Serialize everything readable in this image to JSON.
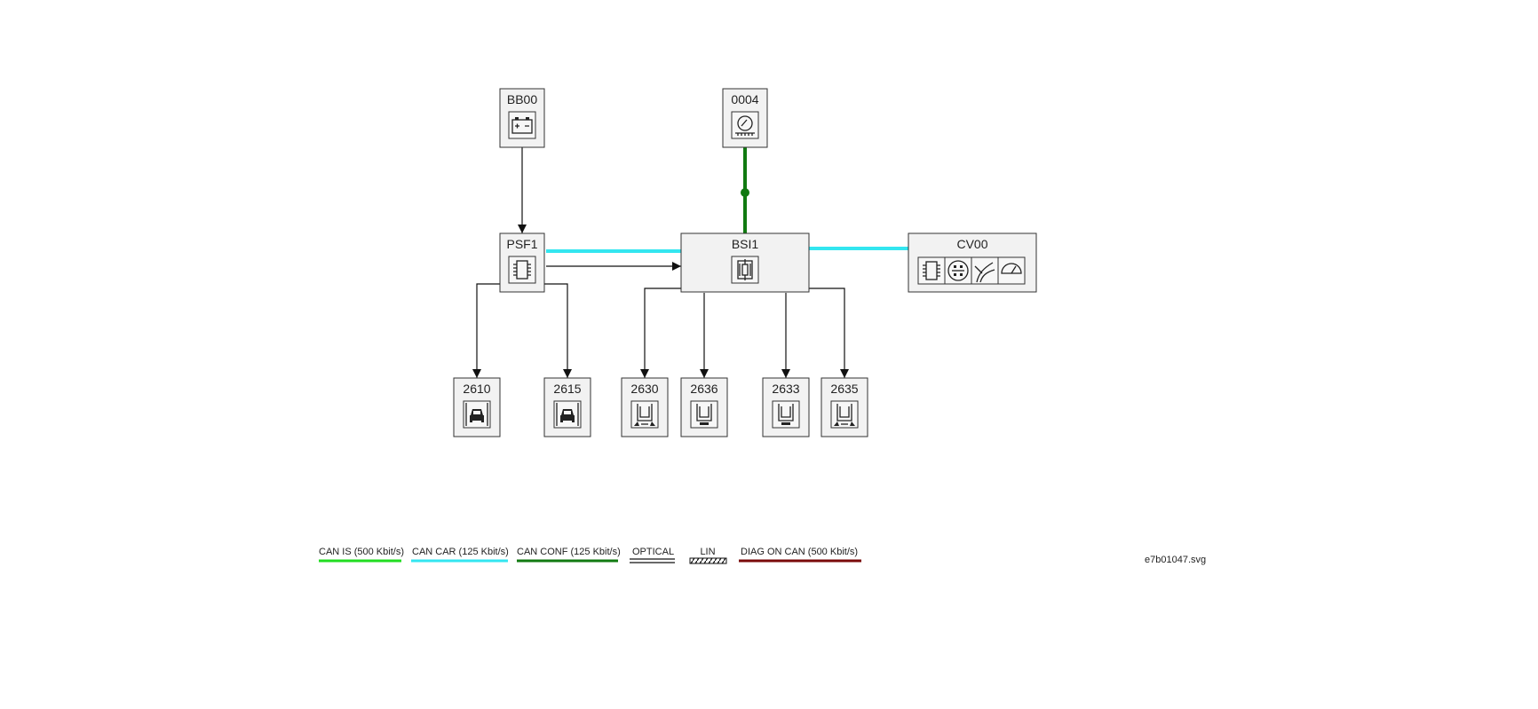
{
  "colors": {
    "can_is": "#22dd22",
    "can_car": "#33e6f0",
    "can_conf": "#117a11",
    "diag_on_can": "#7a0a0a",
    "wire": "#111111"
  },
  "nodes": {
    "bb00": {
      "label": "BB00",
      "icon": "battery-icon"
    },
    "n0004": {
      "label": "0004",
      "icon": "gauge-icon"
    },
    "psf1": {
      "label": "PSF1",
      "icon": "chip-icon"
    },
    "bsi1": {
      "label": "BSI1",
      "icon": "fuse-icon"
    },
    "cv00": {
      "label": "CV00",
      "icons": [
        "chip-icon",
        "connector-icon",
        "stalk-icon",
        "dial-icon"
      ]
    },
    "n2610": {
      "label": "2610",
      "icon": "car-front-icon"
    },
    "n2615": {
      "label": "2615",
      "icon": "car-front-icon"
    },
    "n2630": {
      "label": "2630",
      "icon": "lamp-cluster-icon"
    },
    "n2636": {
      "label": "2636",
      "icon": "lamp-icon"
    },
    "n2633": {
      "label": "2633",
      "icon": "lamp-icon"
    },
    "n2635": {
      "label": "2635",
      "icon": "lamp-cluster-icon"
    }
  },
  "legend": {
    "can_is": "CAN IS (500 Kbit/s)",
    "can_car": "CAN CAR (125 Kbit/s)",
    "can_conf": "CAN CONF (125 Kbit/s)",
    "optical": "OPTICAL",
    "lin": "LIN",
    "diag_on_can": "DIAG ON CAN  (500 Kbit/s)"
  },
  "file_name": "e7b01047.svg"
}
